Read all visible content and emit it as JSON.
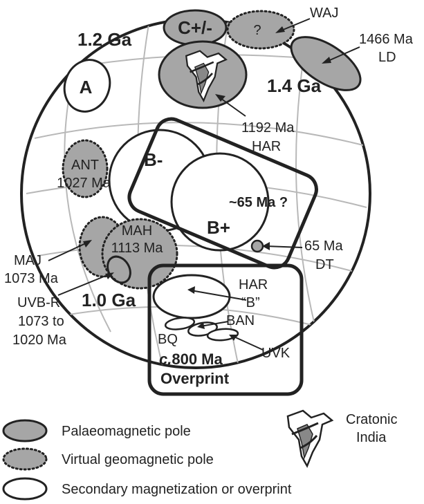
{
  "colors": {
    "pole_fill": "#a6a6a6",
    "outline": "#222222",
    "grid": "#b8b8b8"
  },
  "labels": {
    "ga_1_2": "1.2 Ga",
    "ga_1_4": "1.4 Ga",
    "ga_1_0": "1.0 Ga",
    "c_pm": "C+/-",
    "waj": "WAJ",
    "question": "?",
    "ld_age": "1466 Ma",
    "ld": "LD",
    "a": "A",
    "har_age": "1192 Ma",
    "har": "HAR",
    "b_minus": "B-",
    "b_plus": "B+",
    "ma65_q": "~65 Ma ?",
    "ant": "ANT",
    "ant_age": "1027 Ma",
    "mah": "MAH",
    "mah_age": "1113 Ma",
    "maj": "MAJ",
    "maj_age": "1073 Ma",
    "uvbr": "UVB-R",
    "uvbr_age1": "1073 to",
    "uvbr_age2": "1020 Ma",
    "dt_age": "65 Ma",
    "dt": "DT",
    "har2": "HAR",
    "b_quote": "“B”",
    "ban": "BAN",
    "bq": "BQ",
    "uvk": "UVK",
    "c800_c": "c.",
    "c800_rest": "800 Ma",
    "overprint": "Overprint"
  },
  "legend": {
    "palaeomagnetic": "Palaeomagnetic pole",
    "virtual": "Virtual geomagnetic pole",
    "secondary": "Secondary magnetization or overprint",
    "cratonic_1": "Cratonic",
    "cratonic_2": "India"
  }
}
